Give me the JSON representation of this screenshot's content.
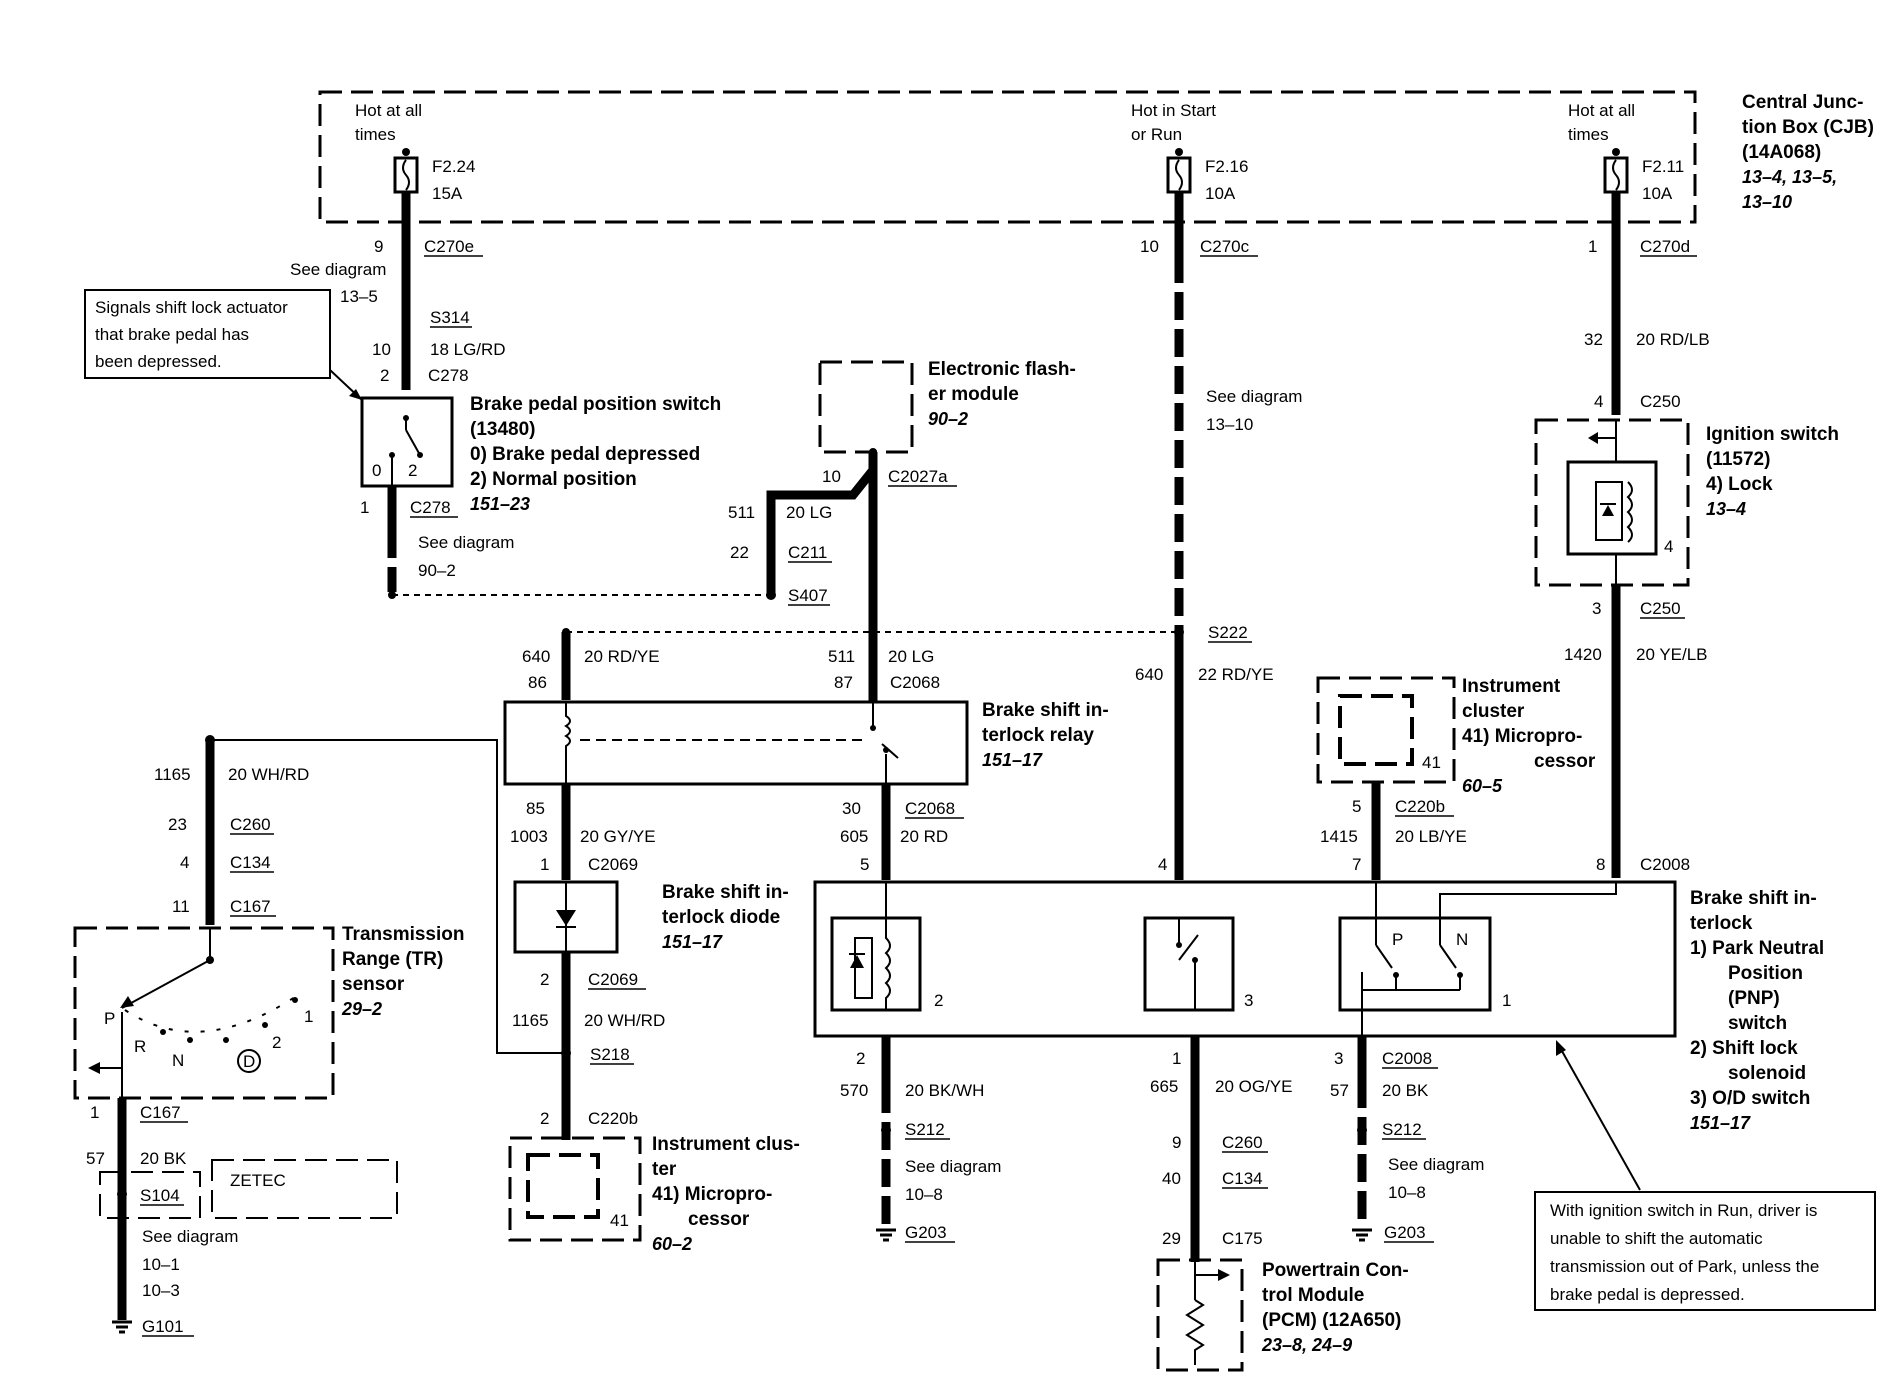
{
  "cjb": {
    "hot_all_1": "Hot at all",
    "hot_all_2": "times",
    "hot_run_1": "Hot in Start",
    "hot_run_2": "or Run",
    "hot_all_b1": "Hot at all",
    "hot_all_b2": "times",
    "f1": "F2.24",
    "f1a": "15A",
    "f2": "F2.16",
    "f2a": "10A",
    "f3": "F2.11",
    "f3a": "10A",
    "name1": "Central Junc-",
    "name2": "tion Box (CJB)",
    "name3": "(14A068)",
    "ref1": "13–4, 13–5,",
    "ref2": "13–10"
  },
  "wire1": {
    "pin9": "9",
    "c270e": "C270e",
    "see": "See diagram",
    "see_ref": "13–5",
    "s314": "S314",
    "circuit": "10",
    "gauge": "18 LG/RD",
    "pin2": "2",
    "c278": "C278",
    "pin1": "1",
    "c278b": "C278",
    "see2": "See diagram",
    "see2_ref": "90–2"
  },
  "callout1": {
    "l1": "Signals shift lock actuator",
    "l2": "that brake pedal has",
    "l3": "been depressed."
  },
  "bpps": {
    "name1": "Brake pedal position switch",
    "name2": "(13480)",
    "pos0": "0)   Brake pedal depressed",
    "pos2": "2)   Normal position",
    "ref": "151–23",
    "p0": "0",
    "p2": "2"
  },
  "flasher": {
    "name1": "Electronic flash-",
    "name2": "er module",
    "ref": "90–2",
    "pin10": "10",
    "c2027a": "C2027a",
    "circuit": "511",
    "gauge": "20 LG",
    "pin22": "22",
    "c211": "C211",
    "s407": "S407"
  },
  "col_mid": {
    "pin10": "10",
    "c270c": "C270c",
    "see": "See diagram",
    "see_ref": "13–10",
    "s222": "S222",
    "circuit": "640",
    "gauge": "22 RD/YE",
    "pin4": "4"
  },
  "col_right": {
    "pin1": "1",
    "c270d": "C270d",
    "circuit": "32",
    "gauge": "20 RD/LB",
    "pin4": "4",
    "c250": "C250",
    "pin3": "3",
    "c250b": "C250",
    "circuit2": "1420",
    "gauge2": "20 YE/LB",
    "pin8": "8",
    "c2008": "C2008",
    "sw_pin": "4"
  },
  "ignition": {
    "name1": "Ignition switch",
    "name2": "(11572)",
    "pos": "4)    Lock",
    "ref": "13–4"
  },
  "relay": {
    "c640": "640",
    "g640": "20 RD/YE",
    "p86": "86",
    "c511": "511",
    "g511": "20 LG",
    "p87": "87",
    "c2068": "C2068",
    "name1": "Brake shift in-",
    "name2": "terlock relay",
    "ref": "151–17",
    "p85": "85",
    "c1003": "1003",
    "g1003": "20 GY/YE",
    "p30": "30",
    "c2068b": "C2068",
    "c605": "605",
    "g605": "20 RD"
  },
  "diode": {
    "pin1": "1",
    "c2069": "C2069",
    "name1": "Brake shift in-",
    "name2": "terlock diode",
    "ref": "151–17",
    "pin2": "2",
    "c2069b": "C2069",
    "circuit": "1165",
    "gauge": "20 WH/RD",
    "s218": "S218"
  },
  "tr": {
    "circuit": "1165",
    "gauge": "20 WH/RD",
    "p23": "23",
    "c260": "C260",
    "p4": "4",
    "c134": "C134",
    "p11": "11",
    "c167": "C167",
    "name1": "Transmission",
    "name2": "Range (TR)",
    "name3": "sensor",
    "ref": "29–2",
    "P": "P",
    "R": "R",
    "N": "N",
    "D": "D",
    "two": "2",
    "one": "1",
    "pin1": "1",
    "c167b": "C167",
    "p57": "57",
    "g57": "20 BK",
    "s104": "S104",
    "zetec": "ZETEC",
    "see": "See diagram",
    "see1": "10–1",
    "see2": "10–3",
    "g101": "G101"
  },
  "ic_left": {
    "pin2": "2",
    "c220b": "C220b",
    "name1": "Instrument clus-",
    "name2": "ter",
    "item": "41)  Micropro-",
    "item2": "cessor",
    "ref": "60–2",
    "pin41": "41"
  },
  "ic_right": {
    "name1": "Instrument",
    "name2": "cluster",
    "item": "41)  Micropro-",
    "item2": "cessor",
    "ref": "60–5",
    "pin41": "41",
    "p5": "5",
    "c220b": "C220b",
    "c1415": "1415",
    "g1415": "20 LB/YE",
    "p7": "7"
  },
  "bsi": {
    "p5": "5",
    "p4": "4",
    "name1": "Brake shift in-",
    "name2": "terlock",
    "i1a": "1)   Park Neutral",
    "i1b": "Position",
    "i1c": "(PNP)",
    "i1d": "switch",
    "i2a": "2)   Shift lock",
    "i2b": "solenoid",
    "i3": "3)   O/D switch",
    "ref": "151–17",
    "sw2": "2",
    "sw3": "3",
    "sw1": "1",
    "P": "P",
    "N": "N"
  },
  "bottom": {
    "p2": "2",
    "c570": "570",
    "g570": "20 BK/WH",
    "s212": "S212",
    "see": "See diagram",
    "see_ref": "10–8",
    "g203": "G203",
    "p1": "1",
    "c665": "665",
    "g665": "20 OG/YE",
    "p9": "9",
    "c260": "C260",
    "p40": "40",
    "c134": "C134",
    "p29": "29",
    "c175": "C175",
    "p3": "3",
    "c2008": "C2008",
    "c57": "57",
    "g57": "20 BK",
    "s212b": "S212",
    "see2": "See diagram",
    "see2_ref": "10–8",
    "g203b": "G203"
  },
  "pcm": {
    "name1": "Powertrain Con-",
    "name2": "trol Module",
    "name3": "(PCM) (12A650)",
    "ref": "23–8, 24–9"
  },
  "callout2": {
    "l1": "With ignition switch in Run, driver is",
    "l2": "unable to shift the automatic",
    "l3": "transmission out of Park, unless the",
    "l4": "brake pedal is depressed."
  }
}
